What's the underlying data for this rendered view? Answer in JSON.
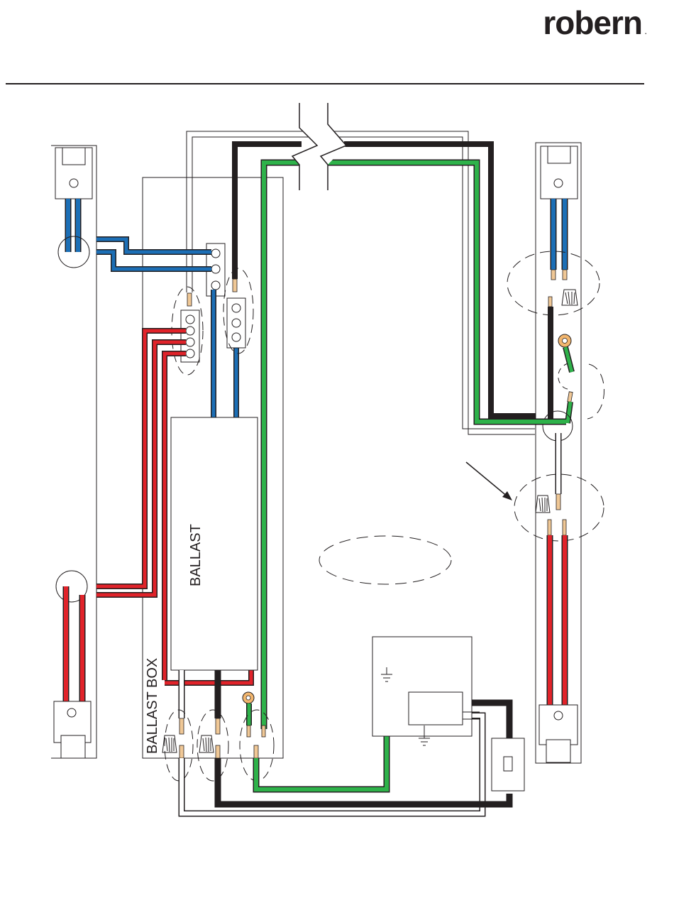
{
  "header": {
    "logo_text": "robern",
    "logo_mark": "."
  },
  "diagram": {
    "ballast_label": "BALLAST",
    "ballast_box_label": "BALLAST BOX"
  },
  "colors": {
    "line": "#231f20",
    "blue": "#1c6fb6",
    "red": "#e1232a",
    "green": "#2eb24a",
    "black": "#231f20",
    "copper": "#f0c896",
    "lug": "#f2b66e"
  }
}
